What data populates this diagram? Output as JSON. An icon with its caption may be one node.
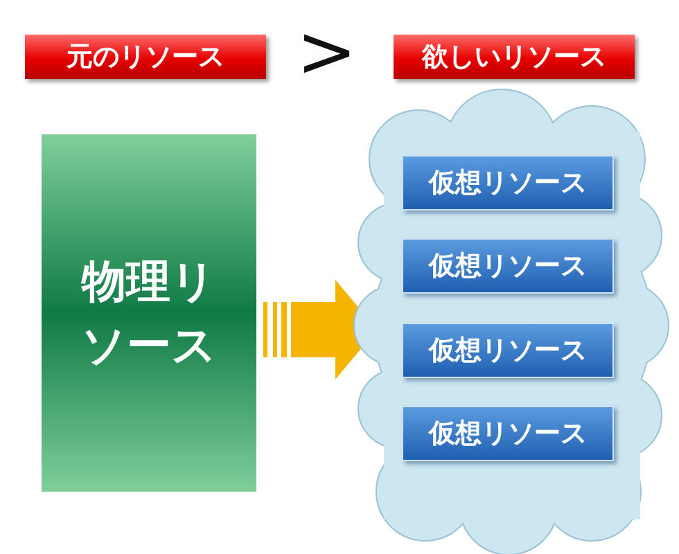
{
  "diagram": {
    "nodes": [
      {
        "text": [
          "元のリソース"
        ]
      },
      {
        "text": [
          "欲しいリソース"
        ]
      },
      {
        "text": [
          "物理リソース"
        ]
      },
      {
        "text": [],
        "shape": "cloud"
      },
      {
        "text": [
          "仮想リソース"
        ],
        "in": 3
      },
      {
        "text": [
          "仮想リソース"
        ],
        "in": 3
      },
      {
        "text": [
          "仮想リソース"
        ],
        "in": 3
      },
      {
        "text": [
          "仮想リソース"
        ],
        "in": 3
      }
    ],
    "edges": [
      {
        "from": 2,
        "to": 3,
        "arrow": "to"
      }
    ],
    "labels": [
      ">"
    ]
  }
}
